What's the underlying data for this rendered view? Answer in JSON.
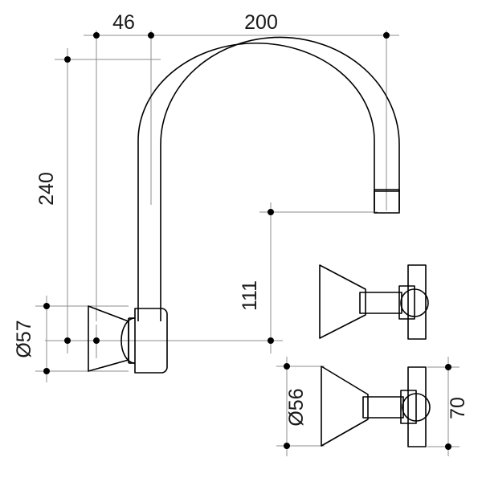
{
  "drawing": {
    "title": "Wall-mounted gooseneck swivel outlet with cross handle assemblies",
    "type": "technical-dimension-drawing",
    "units": "mm",
    "line_color": "#000000",
    "dimension_line_color": "#8c8c8c",
    "dimension_dot_color": "#000000",
    "text_color": "#1a1a1a",
    "background_color": "#ffffff"
  },
  "dimensions": {
    "spout_offset": {
      "label": "46",
      "value": 46,
      "orientation": "horizontal"
    },
    "spout_reach": {
      "label": "200",
      "value": 200,
      "orientation": "horizontal"
    },
    "spout_height": {
      "label": "240",
      "value": 240,
      "orientation": "vertical"
    },
    "outlet_to_centre": {
      "label": "111",
      "value": 111,
      "orientation": "vertical"
    },
    "flange_dia_spout": {
      "label": "Ø57",
      "value": 57,
      "orientation": "vertical"
    },
    "flange_dia_handle": {
      "label": "Ø56",
      "value": 56,
      "orientation": "vertical"
    },
    "handle_width": {
      "label": "70",
      "value": 70,
      "orientation": "vertical"
    }
  },
  "parts": {
    "spout": "gooseneck-swivel-spout",
    "spout_flange": "wall-flange-cone",
    "spout_outlet": "outlet-nozzle",
    "handle_upper": "cross-handle-assembly-upper",
    "handle_lower": "cross-handle-assembly-lower"
  }
}
